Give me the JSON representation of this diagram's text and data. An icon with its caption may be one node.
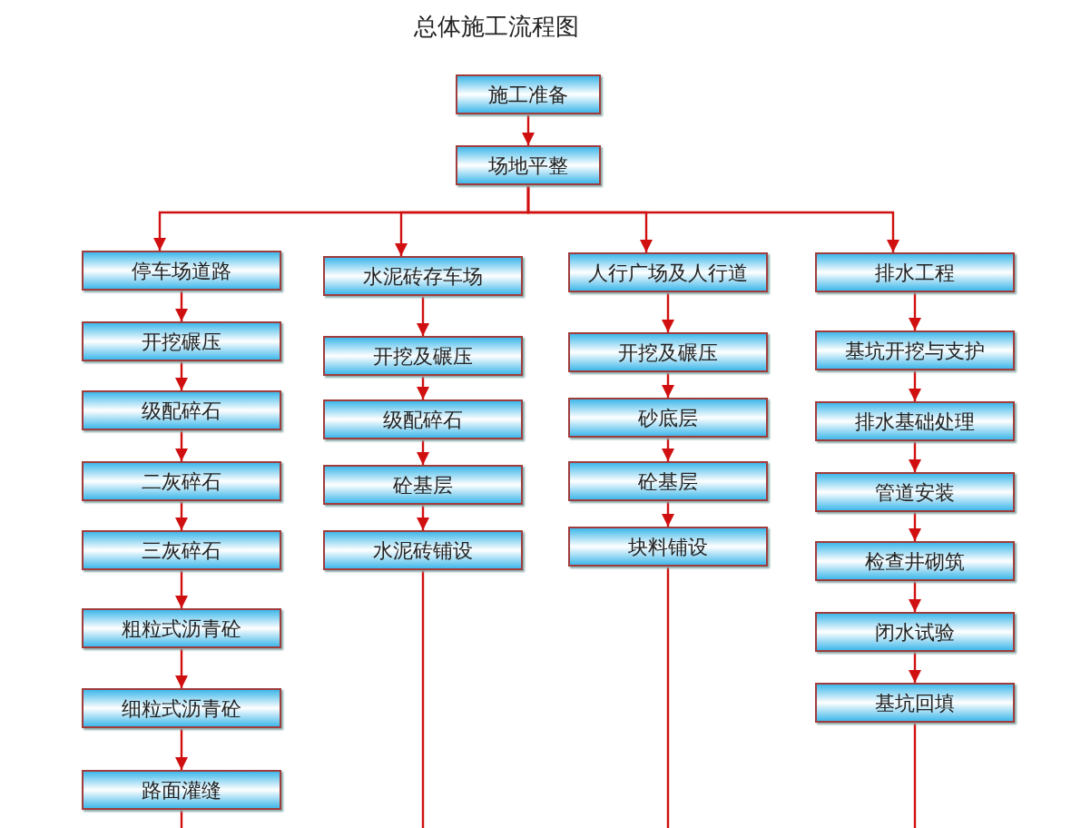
{
  "diagram": {
    "title": "总体施工流程图",
    "nodes": [
      {
        "text": [
          "施工准备"
        ]
      },
      {
        "text": [
          "场地平整"
        ]
      },
      {
        "text": [
          "停车场道路"
        ]
      },
      {
        "text": [
          "开挖碾压"
        ]
      },
      {
        "text": [
          "级配碎石"
        ]
      },
      {
        "text": [
          "二灰碎石"
        ]
      },
      {
        "text": [
          "三灰碎石"
        ]
      },
      {
        "text": [
          "粗粒式沥青砼"
        ]
      },
      {
        "text": [
          "细粒式沥青砼"
        ]
      },
      {
        "text": [
          "路面灌缝"
        ]
      },
      {
        "text": [
          "水泥砖存车场"
        ]
      },
      {
        "text": [
          "开挖及碾压"
        ]
      },
      {
        "text": [
          "级配碎石"
        ]
      },
      {
        "text": [
          "砼基层"
        ]
      },
      {
        "text": [
          "水泥砖铺设"
        ]
      },
      {
        "text": [
          "人行广场及人行道"
        ]
      },
      {
        "text": [
          "开挖及碾压"
        ]
      },
      {
        "text": [
          "砂底层"
        ]
      },
      {
        "text": [
          "砼基层"
        ]
      },
      {
        "text": [
          "块料铺设"
        ]
      },
      {
        "text": [
          "排水工程"
        ]
      },
      {
        "text": [
          "基坑开挖与支护"
        ]
      },
      {
        "text": [
          "排水基础处理"
        ]
      },
      {
        "text": [
          "管道安装"
        ]
      },
      {
        "text": [
          "检查井砌筑"
        ]
      },
      {
        "text": [
          "闭水试验"
        ]
      },
      {
        "text": [
          "基坑回填"
        ]
      }
    ],
    "edges": [
      {
        "from": 0,
        "to": 1,
        "arrow": "to"
      },
      {
        "from": 1,
        "to": 2,
        "arrow": "to"
      },
      {
        "from": 1,
        "to": 10,
        "arrow": "to"
      },
      {
        "from": 1,
        "to": 15,
        "arrow": "to"
      },
      {
        "from": 1,
        "to": 20,
        "arrow": "to"
      },
      {
        "from": 2,
        "to": 3,
        "arrow": "to"
      },
      {
        "from": 3,
        "to": 4,
        "arrow": "to"
      },
      {
        "from": 4,
        "to": 5,
        "arrow": "to"
      },
      {
        "from": 5,
        "to": 6,
        "arrow": "to"
      },
      {
        "from": 6,
        "to": 7,
        "arrow": "to"
      },
      {
        "from": 7,
        "to": 8,
        "arrow": "to"
      },
      {
        "from": 8,
        "to": 9,
        "arrow": "to"
      },
      {
        "from": 9,
        "to": null,
        "arrow": "none"
      },
      {
        "from": 10,
        "to": 11,
        "arrow": "to"
      },
      {
        "from": 11,
        "to": 12,
        "arrow": "to"
      },
      {
        "from": 12,
        "to": 13,
        "arrow": "to"
      },
      {
        "from": 13,
        "to": 14,
        "arrow": "to"
      },
      {
        "from": 14,
        "to": null,
        "arrow": "none"
      },
      {
        "from": 15,
        "to": 16,
        "arrow": "to"
      },
      {
        "from": 16,
        "to": 17,
        "arrow": "to"
      },
      {
        "from": 17,
        "to": 18,
        "arrow": "to"
      },
      {
        "from": 18,
        "to": 19,
        "arrow": "to"
      },
      {
        "from": 19,
        "to": null,
        "arrow": "none"
      },
      {
        "from": 20,
        "to": 21,
        "arrow": "to"
      },
      {
        "from": 21,
        "to": 22,
        "arrow": "to"
      },
      {
        "from": 22,
        "to": 23,
        "arrow": "to"
      },
      {
        "from": 23,
        "to": 24,
        "arrow": "to"
      },
      {
        "from": 24,
        "to": 25,
        "arrow": "to"
      },
      {
        "from": 25,
        "to": 26,
        "arrow": "to"
      },
      {
        "from": 26,
        "to": null,
        "arrow": "none"
      }
    ]
  }
}
